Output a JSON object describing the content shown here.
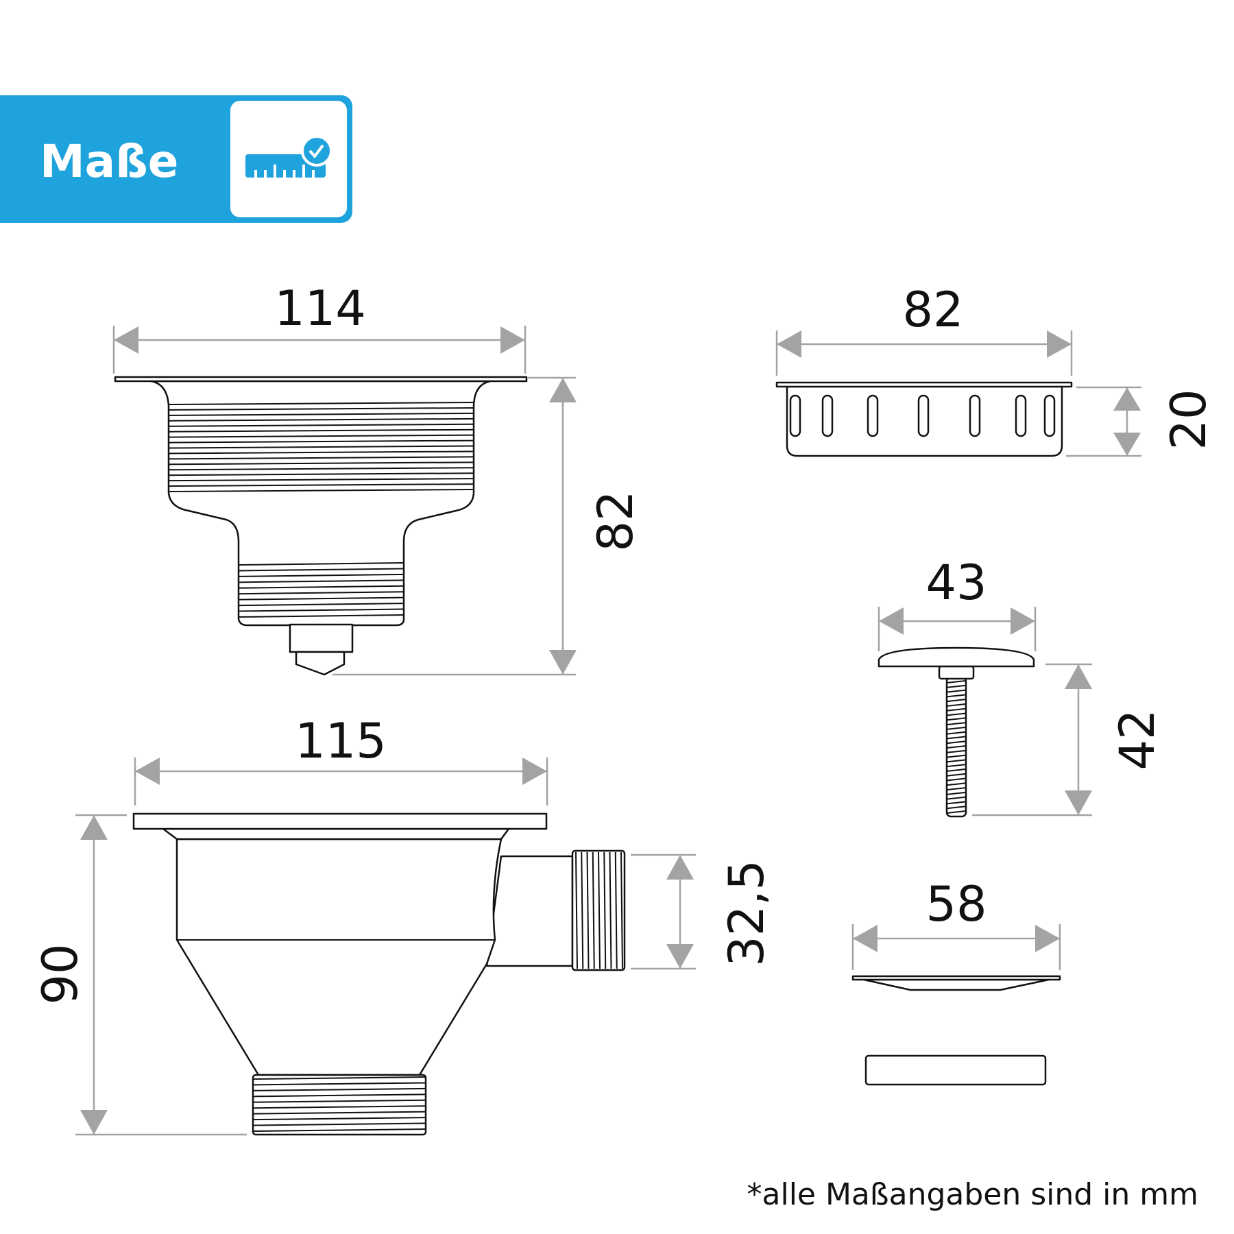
{
  "header": {
    "title": "Maße",
    "icon": "ruler-check-icon",
    "accent_color": "#1fa3dd"
  },
  "dimensions": {
    "strainer_width": "114",
    "strainer_height": "82",
    "drain_width": "115",
    "drain_height": "90",
    "outlet_diameter": "32,5",
    "basket_width": "82",
    "basket_height": "20",
    "stopper_width": "43",
    "stopper_height": "42",
    "cover_width": "58"
  },
  "footnote": "*alle Maßangaben sind in mm"
}
